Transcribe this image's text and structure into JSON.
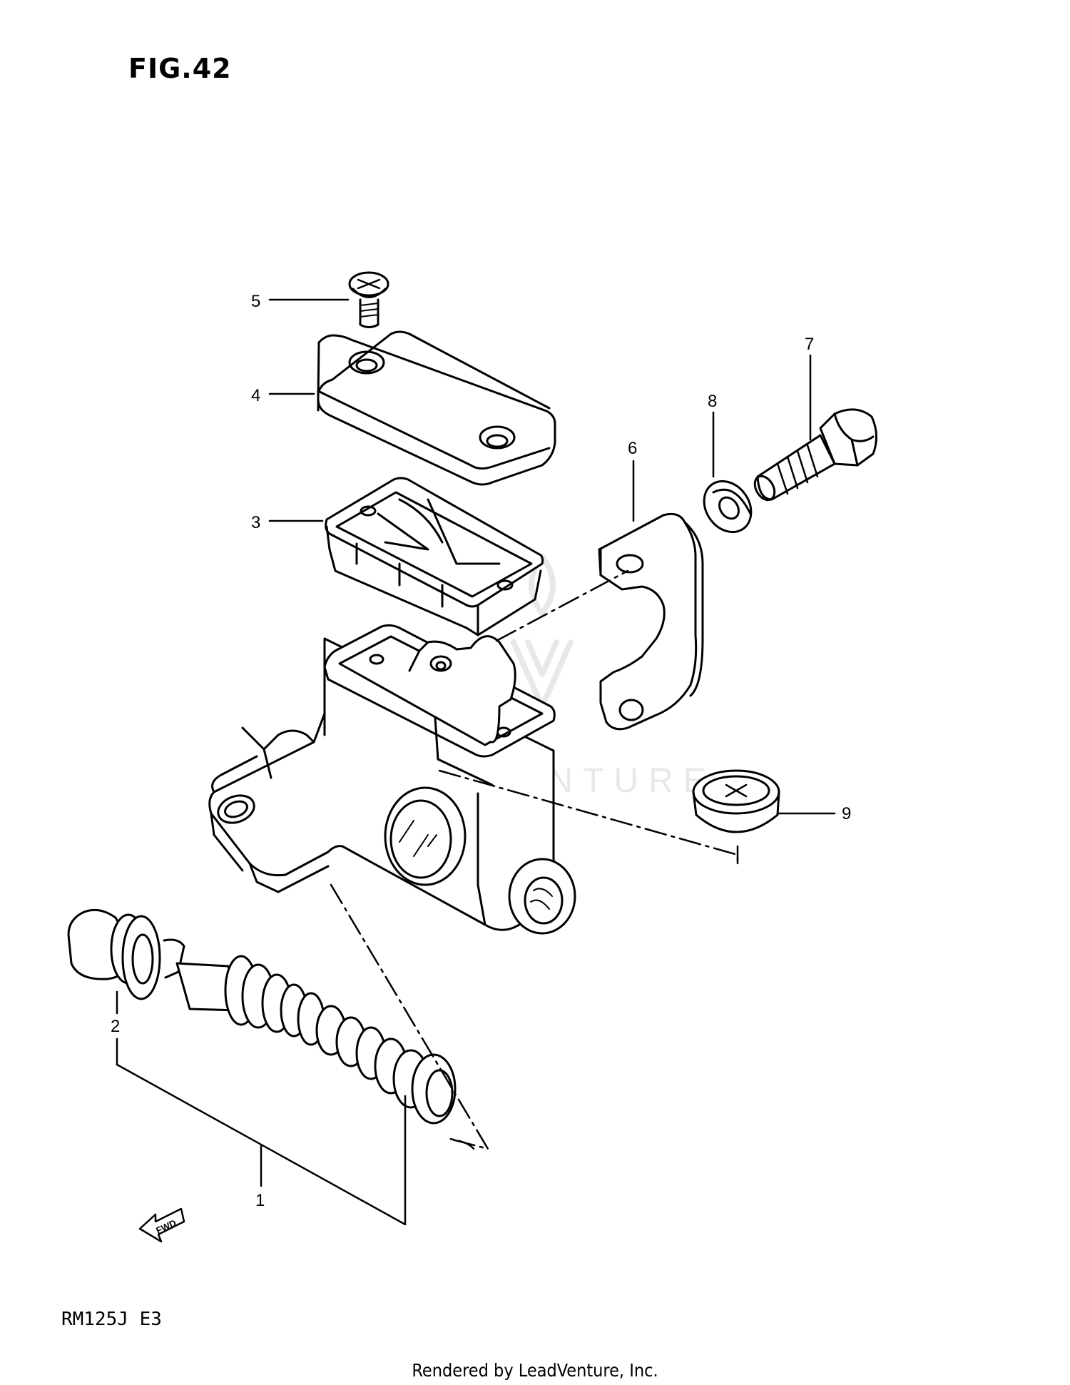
{
  "figure": {
    "title": "FIG.42"
  },
  "model": {
    "code": "RM125J  E3"
  },
  "footer": {
    "text": "Rendered by LeadVenture, Inc."
  },
  "watermark": {
    "text": "LEADVENTURE",
    "color": "#e6e6e6"
  },
  "fwd_arrow": {
    "label": "FWD"
  },
  "callouts": [
    {
      "id": "1",
      "label": "1"
    },
    {
      "id": "2",
      "label": "2"
    },
    {
      "id": "3",
      "label": "3"
    },
    {
      "id": "4",
      "label": "4"
    },
    {
      "id": "5",
      "label": "5"
    },
    {
      "id": "6",
      "label": "6"
    },
    {
      "id": "7",
      "label": "7"
    },
    {
      "id": "8",
      "label": "8"
    },
    {
      "id": "9",
      "label": "9"
    }
  ],
  "colors": {
    "line": "#000000",
    "background": "#ffffff"
  }
}
